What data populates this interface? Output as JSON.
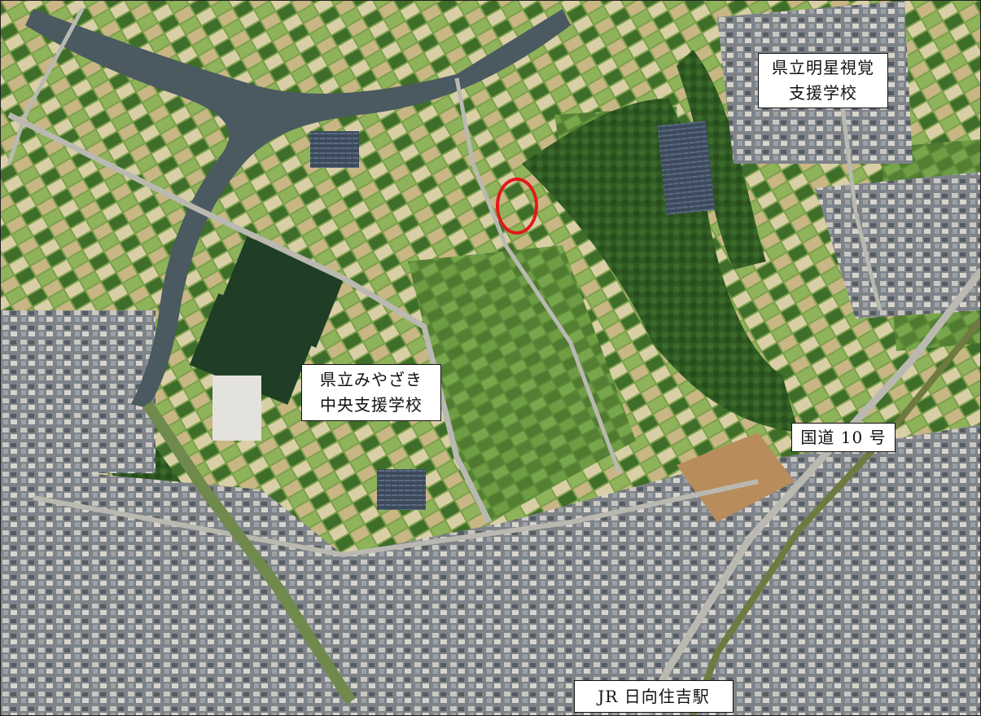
{
  "map": {
    "labels": {
      "school_meisei_line1": "県立明星視覚",
      "school_meisei_line2": "支援学校",
      "school_miyazaki_line1": "県立みやざき",
      "school_miyazaki_line2": "中央支援学校",
      "route10": "国道 10 号",
      "station": "JR 日向住吉駅"
    },
    "marker": {
      "color": "#e01a1a",
      "shape": "ellipse-outline"
    },
    "colors": {
      "river": "#4a5a60",
      "paddy_green": "#5f8d3a",
      "field_tan": "#c9b586",
      "forest": "#2f5a22",
      "urban": "#8a8f94",
      "road": "#b9b9b1"
    }
  }
}
